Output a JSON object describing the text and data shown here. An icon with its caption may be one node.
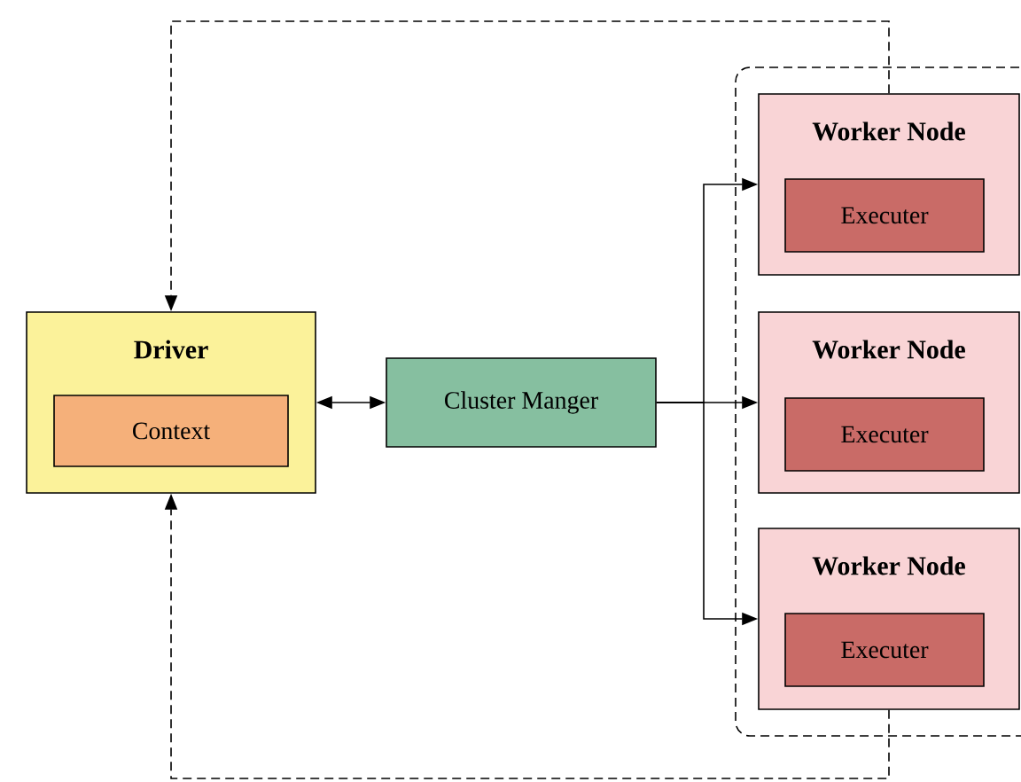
{
  "diagram": {
    "nodes": [
      {
        "text": [
          "Driver"
        ]
      },
      {
        "text": [
          "Context"
        ],
        "in": 0
      },
      {
        "text": [
          "Cluster Manger"
        ]
      },
      {
        "text": [],
        "shape": "box"
      },
      {
        "text": [
          "Worker Node"
        ],
        "in": 3
      },
      {
        "text": [
          "Executer"
        ],
        "in": 4
      },
      {
        "text": [
          "Worker Node"
        ],
        "in": 3
      },
      {
        "text": [
          "Executer"
        ],
        "in": 6
      },
      {
        "text": [
          "Worker Node"
        ],
        "in": 3
      },
      {
        "text": [
          "Executer"
        ],
        "in": 8
      }
    ],
    "edges": [
      {
        "from": 0,
        "to": 2,
        "arrow": "both"
      },
      {
        "from": 2,
        "to": 4,
        "arrow": "to"
      },
      {
        "from": 2,
        "to": 6,
        "arrow": "to"
      },
      {
        "from": 2,
        "to": 8,
        "arrow": "to"
      },
      {
        "from": 4,
        "to": 0,
        "arrow": "to",
        "style": "dashed"
      },
      {
        "from": 8,
        "to": 0,
        "arrow": "to",
        "style": "dashed"
      }
    ]
  }
}
